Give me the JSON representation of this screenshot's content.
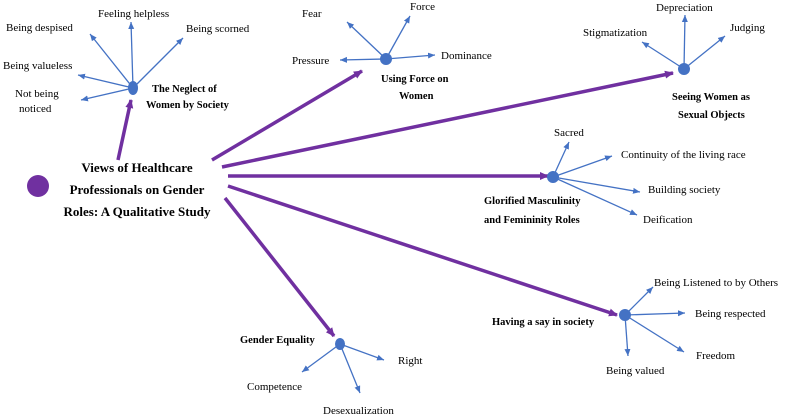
{
  "center": {
    "lines": [
      "Views of Healthcare",
      "Professionals on Gender",
      "Roles: A Qualitative Study"
    ],
    "color": "#7030a0"
  },
  "colors": {
    "theme_link": "#7030a0",
    "sub_link": "#4472c4",
    "node": "#4472c4"
  },
  "themes": [
    {
      "id": "neglect",
      "lines": [
        "The Neglect of",
        "Women by Society"
      ],
      "items": [
        "Being despised",
        "Feeling helpless",
        "Being scorned",
        "Being valueless",
        "Not being",
        "noticed"
      ]
    },
    {
      "id": "force",
      "lines": [
        "Using Force on",
        "Women"
      ],
      "items": [
        "Fear",
        "Force",
        "Pressure",
        "Dominance"
      ]
    },
    {
      "id": "sexual",
      "lines": [
        "Seeing Women as",
        "Sexual Objects"
      ],
      "items": [
        "Stigmatization",
        "Depreciation",
        "Judging"
      ]
    },
    {
      "id": "glorified",
      "lines": [
        "Glorified Masculinity",
        "and Femininity Roles"
      ],
      "items": [
        "Sacred",
        "Continuity of the living race",
        "Building society",
        "Deification"
      ]
    },
    {
      "id": "say",
      "lines": [
        "Having a say in society"
      ],
      "items": [
        "Being Listened to by Others",
        "Being respected",
        "Freedom",
        "Being valued"
      ]
    },
    {
      "id": "equality",
      "lines": [
        "Gender Equality"
      ],
      "items": [
        "Right",
        "Competence",
        "Desexualization"
      ]
    }
  ]
}
